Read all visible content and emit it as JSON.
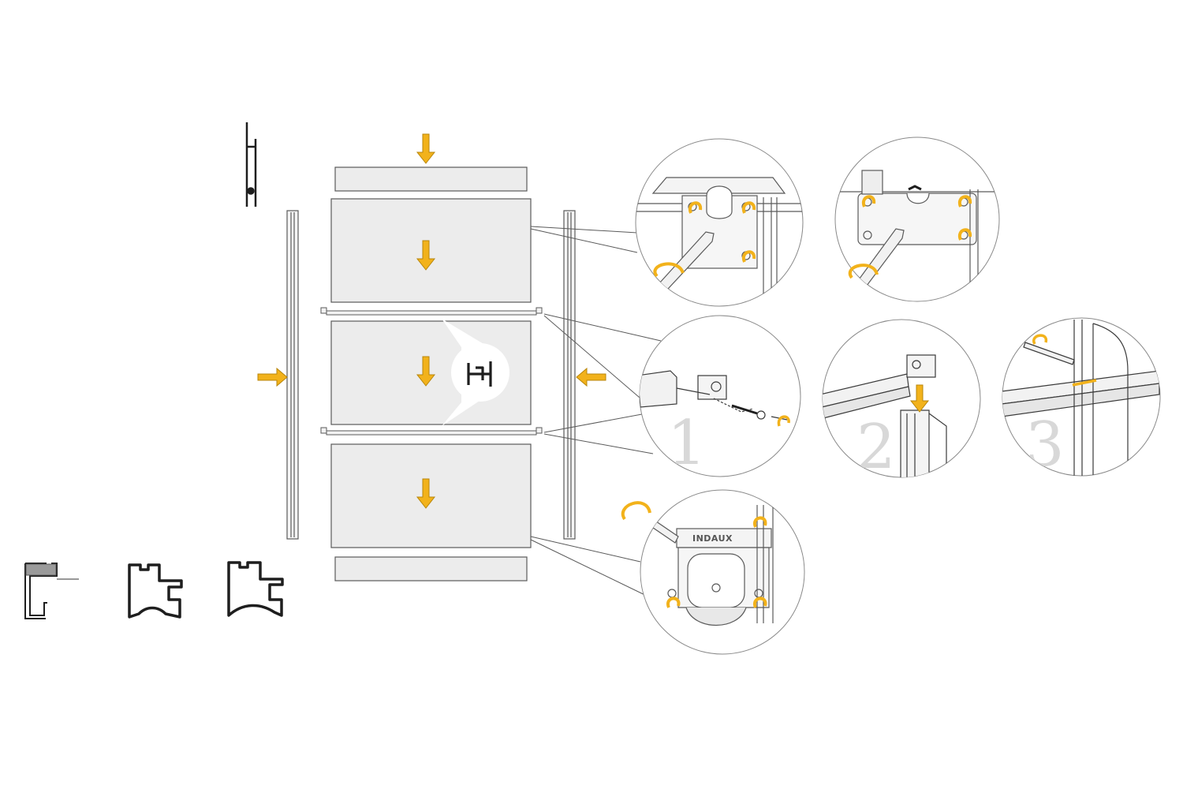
{
  "diagram": {
    "steps": [
      "1",
      "2",
      "3"
    ],
    "brand_label": "INDAUX"
  },
  "colors": {
    "accent_arrow": "#f2b21b",
    "arrow_stroke": "#b8860b",
    "panel_fill": "#ececec",
    "line": "#5a5a5a",
    "profile": "#1e1e1e",
    "profile_grey": "#8a8a8a"
  },
  "icons": [
    "arrow-down-icon",
    "arrow-right-icon",
    "arrow-left-icon",
    "rotate-arrow-icon"
  ]
}
